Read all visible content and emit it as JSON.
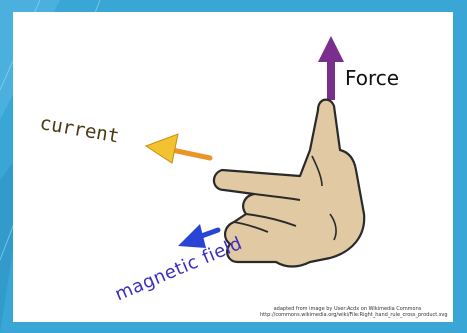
{
  "labels": {
    "force": "Force",
    "current": "current",
    "magnetic_field": "magnetic field"
  },
  "credit": {
    "line1": "adapted from image by User:Acdx on Wikimedia Commons",
    "line2": "http://commons.wikimedia.org/wiki/File:Right_hand_rule_cross_product.svg"
  },
  "colors": {
    "background_blue": "#3aa6d6",
    "force_arrow": "#7a2f8c",
    "current_arrow": "#f2c230",
    "field_arrow": "#2a45d6",
    "hand_fill": "#e0c9a3",
    "outline": "#2a2a2a"
  }
}
